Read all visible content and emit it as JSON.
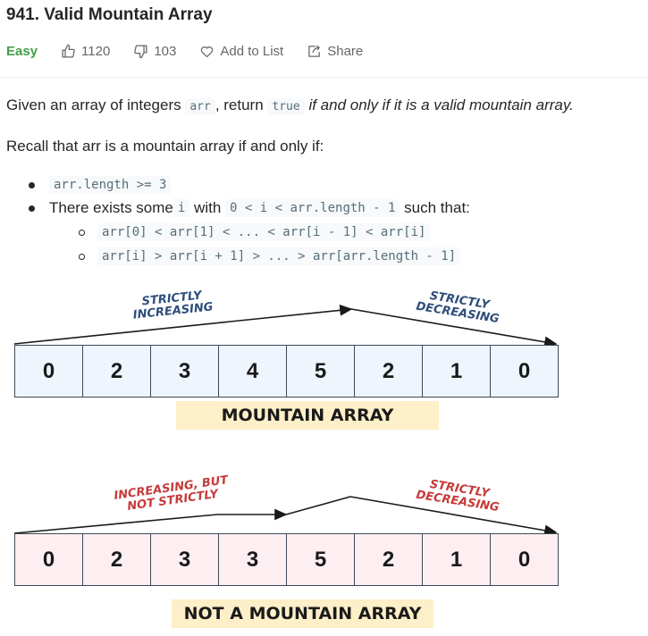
{
  "problem": {
    "title": "941. Valid Mountain Array",
    "difficulty": "Easy",
    "likes": "1120",
    "dislikes": "103",
    "add_to_list": "Add to List",
    "share": "Share"
  },
  "description": {
    "p1_a": "Given an array of integers ",
    "p1_code1": "arr",
    "p1_b": ", return ",
    "p1_code2": "true",
    "p1_c": " if and only if it is a valid mountain array.",
    "p2": "Recall that arr is a mountain array if and only if:",
    "bullet1_code": "arr.length >= 3",
    "bullet2_a": "There exists some ",
    "bullet2_code1": "i",
    "bullet2_b": " with ",
    "bullet2_code2": "0 < i < arr.length - 1",
    "bullet2_c": " such that:",
    "sub1_code": "arr[0] < arr[1] < ... < arr[i - 1] < arr[i]",
    "sub2_code": "arr[i] > arr[i + 1] > ... > arr[arr.length - 1]"
  },
  "figure1": {
    "values": [
      "0",
      "2",
      "3",
      "4",
      "5",
      "2",
      "1",
      "0"
    ],
    "label_left_1": "STRICTLY",
    "label_left_2": "INCREASING",
    "label_right_1": "STRICTLY",
    "label_right_2": "DECREASING",
    "caption": "MOUNTAIN ARRAY"
  },
  "figure2": {
    "values": [
      "0",
      "2",
      "3",
      "3",
      "5",
      "2",
      "1",
      "0"
    ],
    "label_left_1": "INCREASING, BUT",
    "label_left_2": "NOT STRICTLY",
    "label_right_1": "STRICTLY",
    "label_right_2": "DECREASING",
    "caption": "NOT A MOUNTAIN ARRAY"
  },
  "colors": {
    "easy": "#43a047",
    "figure1_cells": "#eef5fd",
    "figure2_cells": "#fdeef1",
    "caption_bg": "#fdefc8",
    "label_blue": "#2f4e7a",
    "label_red": "#c63a3a"
  },
  "icons": [
    "thumbs-up-icon",
    "thumbs-down-icon",
    "heart-icon",
    "share-icon"
  ]
}
